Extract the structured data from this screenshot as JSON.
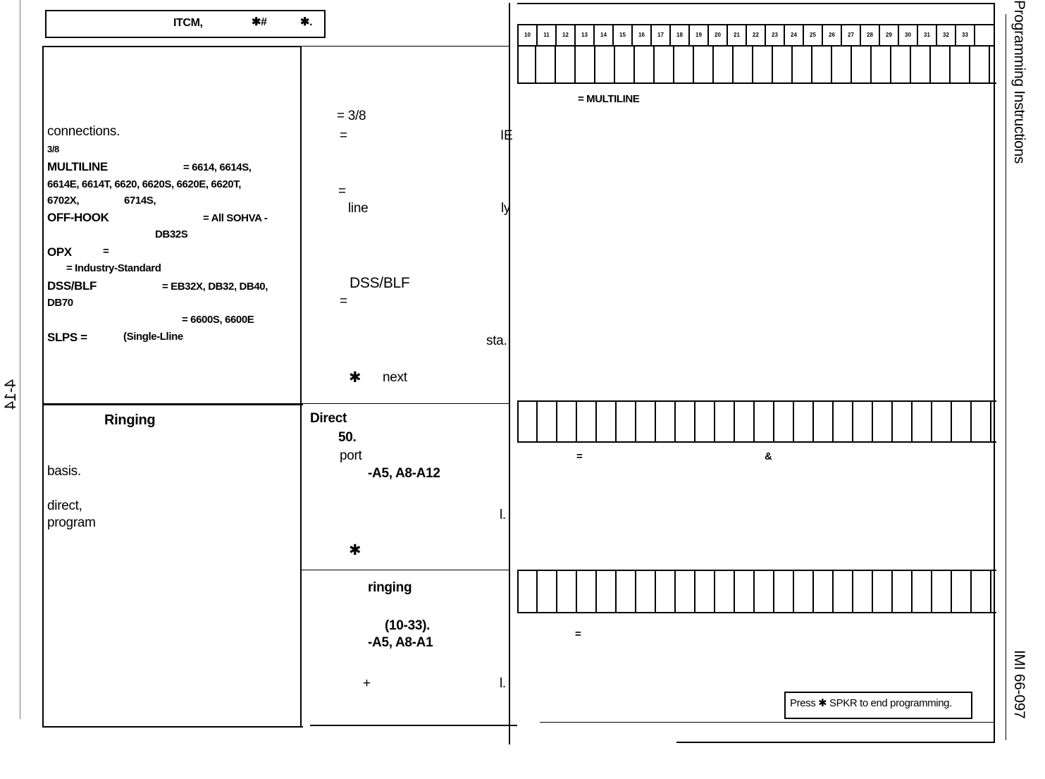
{
  "title_box": {
    "text1": "ITCM,",
    "text2": "✱#",
    "text3": "✱."
  },
  "side": {
    "right_top": "Programming Instructions",
    "right_bottom": "IMI 66-097",
    "left": "4-14"
  },
  "column_numbers": [
    "10",
    "11",
    "12",
    "13",
    "14",
    "15",
    "16",
    "17",
    "18",
    "19",
    "20",
    "21",
    "22",
    "23",
    "24",
    "25",
    "26",
    "27",
    "28",
    "29",
    "30",
    "31",
    "32",
    "33"
  ],
  "sec1_left": {
    "l1": "connections.",
    "l2": "3/8",
    "l3a": "MULTILINE",
    "l3b": "= 6614, 6614S,",
    "l4": "6614E, 6614T, 6620, 6620S, 6620E, 6620T,",
    "l5a": "6702X,",
    "l5b": "6714S,",
    "l6a": "OFF-HOOK",
    "l6b": "= All SOHVA -",
    "l7": "DB32S",
    "l8a": "OPX",
    "l8b": "=",
    "l9": "= Industry-Standard",
    "l10a": "DSS/BLF",
    "l10b": "= EB32X, DB32, DB40,",
    "l11": "DB70",
    "l12": "= 6600S, 6600E",
    "l13a": "SLPS =",
    "l13b": "(Single-Lline"
  },
  "sec1_mid": {
    "l1": "= 3/8",
    "l2": "=",
    "l2b": "IE",
    "l3": "=",
    "l4": "line",
    "l4b": "ly",
    "l5": "DSS/BLF",
    "l6": "=",
    "l7": "sta.",
    "l8a": "✱",
    "l8b": "next"
  },
  "sec1_right": {
    "l1": "= MULTILINE"
  },
  "sec2_left": {
    "title": "Ringing",
    "l1": "basis.",
    "l2": "direct,",
    "l3": "program"
  },
  "sec2_mid": {
    "title": "Direct",
    "l1": "50.",
    "l2": "port",
    "l3": "-A5, A8-A12",
    "l4": "l.",
    "l5": "✱"
  },
  "sec2_right": {
    "l1": "=",
    "l2": "&"
  },
  "sec3_mid": {
    "title": "ringing",
    "l1": "(10-33).",
    "l2": "-A5, A8-A1",
    "l3": "+",
    "l4": "l."
  },
  "sec3_right": {
    "l1": "="
  },
  "footer_box": {
    "text": "Press ✱ SPKR to end programming."
  }
}
